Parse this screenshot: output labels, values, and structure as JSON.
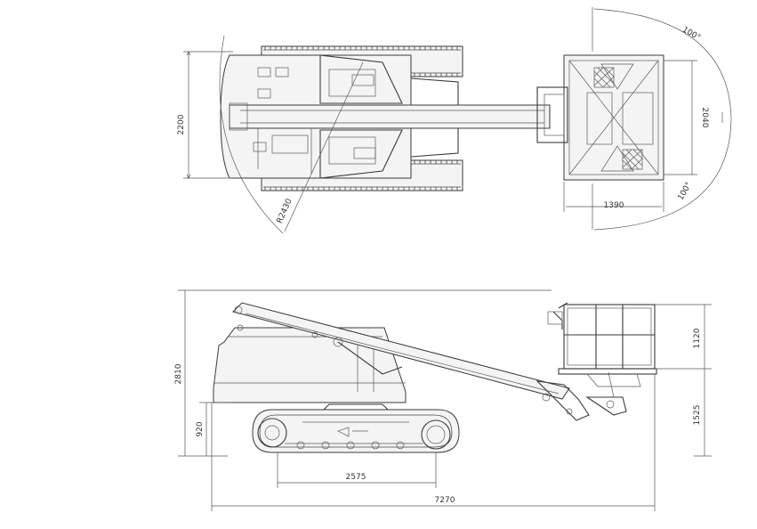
{
  "top_view": {
    "dims": {
      "width_left": "2200",
      "width_right": "2040",
      "platform_width": "1390",
      "slew_radius": "R2430",
      "angle_top": "100°",
      "angle_bottom": "100°"
    }
  },
  "side_view": {
    "dims": {
      "overall_height": "2810",
      "ground_clearance_height": "920",
      "basket_height": "1120",
      "basket_floor_height": "1525",
      "track_length": "2575",
      "overall_length": "7270"
    }
  }
}
